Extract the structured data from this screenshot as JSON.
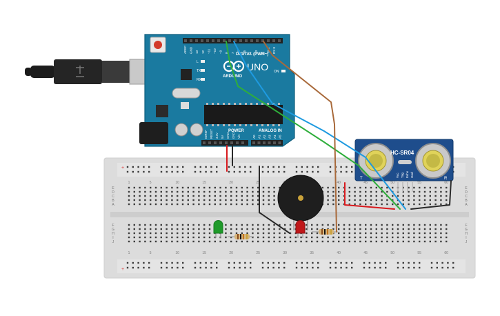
{
  "arduino": {
    "brand": "ARDUINO",
    "model": "UNO",
    "digital_header_label": "DIGITAL (PWM~)",
    "power_label": "POWER",
    "analog_label": "ANALOG IN",
    "digital_pins": [
      "AREF",
      "GND",
      "13",
      "12",
      "~11",
      "~10",
      "~9",
      "8",
      "7",
      "~6",
      "~5",
      "4",
      "~3",
      "2",
      "TX 1",
      "RX 0"
    ],
    "power_pins": [
      "IOREF",
      "RESET",
      "3.3V",
      "5V",
      "GND",
      "GND",
      "Vin"
    ],
    "analog_pins": [
      "A0",
      "A1",
      "A2",
      "A3",
      "A4",
      "A5"
    ],
    "led_labels": [
      "L",
      "TX",
      "RX"
    ],
    "on_label": "ON"
  },
  "sensor": {
    "model": "HC-SR04",
    "pins": [
      "Vcc",
      "Trig",
      "Echo",
      "Gnd"
    ],
    "corner_labels": [
      "T",
      "R"
    ]
  },
  "breadboard": {
    "column_numbers": [
      "1",
      "5",
      "10",
      "15",
      "20",
      "25",
      "30",
      "35",
      "40",
      "45",
      "50",
      "55",
      "60"
    ],
    "row_letters_top": [
      "A",
      "B",
      "C",
      "D",
      "E"
    ],
    "row_letters_bottom": [
      "F",
      "G",
      "H",
      "I",
      "J"
    ]
  },
  "components": {
    "led_green_color": "#1f9a2a",
    "led_red_color": "#c0181a",
    "buzzer_color": "#1e1e1e"
  },
  "wire_colors": {
    "green": "#2fae3b",
    "blue": "#1e9ae0",
    "brown": "#a8693a",
    "red": "#d8191d",
    "black": "#2a2a2a"
  }
}
